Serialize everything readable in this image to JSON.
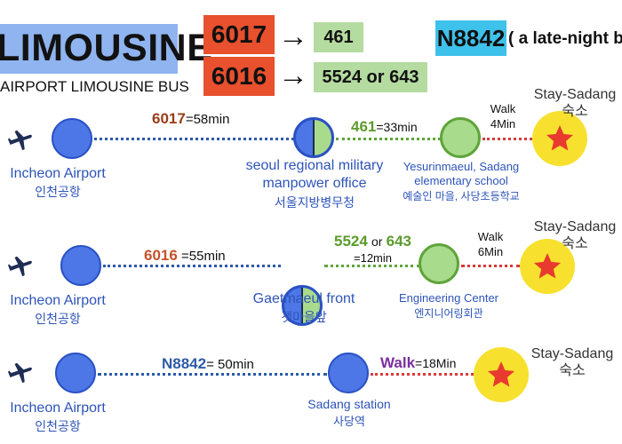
{
  "header": {
    "title": "LIMOUSINE",
    "subtitle": "AIRPORT LIMOUSINE BUS",
    "mapping": [
      {
        "from": "6017",
        "to": "461"
      },
      {
        "from": "6016",
        "to": "5524 or 643"
      }
    ],
    "late_route": "N8842",
    "late_note": "( a late-night bus"
  },
  "routes": [
    {
      "origin": {
        "name_en": "Incheon  Airport",
        "name_ko": "인천공항"
      },
      "leg1": {
        "bus": "6017",
        "time": "=58min"
      },
      "transfer": {
        "name_en_1": "seoul regional military",
        "name_en_2": "manpower office",
        "name_ko": "서울지방병무청"
      },
      "leg2": {
        "bus": "461",
        "time": "=33min"
      },
      "stop": {
        "name_en_1": "Yesurinmaeul, Sadang",
        "name_en_2": "elementary school",
        "name_ko": "예술인 마을, 사당초등학교"
      },
      "walk": {
        "line1": "Walk",
        "line2": "4Min"
      },
      "destination": {
        "name_en": "Stay-Sadang",
        "name_ko": "숙소"
      }
    },
    {
      "origin": {
        "name_en": "Incheon  Airport",
        "name_ko": "인천공항"
      },
      "leg1": {
        "bus": "6016",
        "time": "=55min"
      },
      "transfer": {
        "name_en": "Gaetmaeul front",
        "name_ko": "갯마을앞"
      },
      "leg2": {
        "bus_a": "5524",
        "or": "or",
        "bus_b": "643",
        "time": "=12min"
      },
      "stop": {
        "name_en": "Engineering Center",
        "name_ko": "엔지니어링회관"
      },
      "walk": {
        "line1": "Walk",
        "line2": "6Min"
      },
      "destination": {
        "name_en": "Stay-Sadang",
        "name_ko": "숙소"
      }
    },
    {
      "origin": {
        "name_en": "Incheon  Airport",
        "name_ko": "인천공항"
      },
      "leg1": {
        "bus": "N8842",
        "time": "= 50min"
      },
      "transfer": {
        "name_en": "Sadang station",
        "name_ko": "사당역"
      },
      "leg2": {
        "mode": "Walk",
        "time": "=18Min"
      },
      "destination": {
        "name_en": "Stay-Sadang",
        "name_ko": "숙소"
      }
    }
  ],
  "icons": {
    "origin": "airplane-icon",
    "destination": "star-icon"
  },
  "colors": {
    "title_bg": "#8fb4ef",
    "red_box": "#e8502e",
    "green_box": "#b5dca0",
    "blue_box": "#3ec1ea",
    "blue_stop": "#4d77e6",
    "green_stop": "#a9db8c",
    "star_bg": "#f7e12e",
    "star": "#e83a2e"
  }
}
